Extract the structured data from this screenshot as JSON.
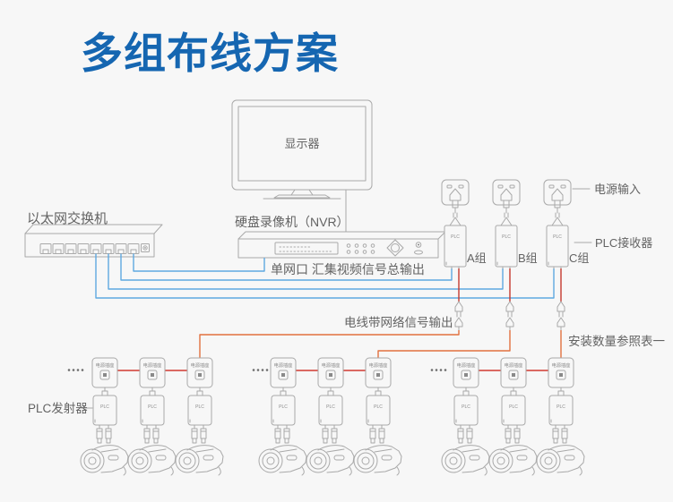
{
  "title": {
    "text": "多组布线方案",
    "color": "#1566b1"
  },
  "colors": {
    "blue_wire": "#5ea9e0",
    "red_wire": "#c6392e",
    "link_red": "#d23a30",
    "orange_wire": "#e2713f",
    "outline": "#a9a9a9",
    "text": "#636363",
    "background": "#f7f7f7"
  },
  "devices": {
    "monitor_label": "显示器",
    "nvr_label": "硬盘录像机（NVR）",
    "switch_label": "以太网交换机",
    "plc_chip_label": "PLC",
    "socket_box_label": "电源插座",
    "transmitter_label": "PLC发射器"
  },
  "annotations": {
    "single_port": "单网口  汇集视频信号总输出",
    "power_input": "电源输入",
    "plc_receiver": "PLC接收器",
    "powerline_output": "电线带网络信号输出",
    "install_note": "安装数量参照表一"
  },
  "groups": [
    {
      "label": "A组"
    },
    {
      "label": "B组"
    },
    {
      "label": "C组"
    }
  ]
}
